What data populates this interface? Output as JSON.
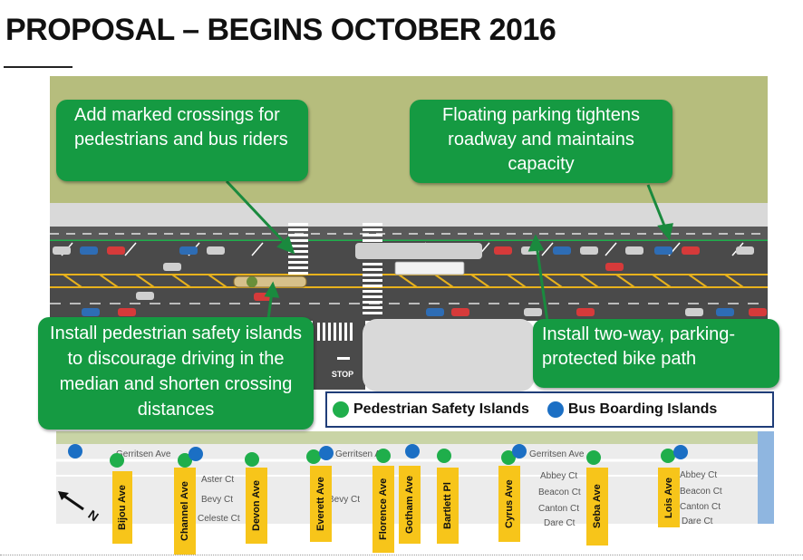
{
  "title": "PROPOSAL – BEGINS OCTOBER 2016",
  "callouts": {
    "crossings": "Add marked crossings for pedestrians and bus riders",
    "floating": "Floating parking tightens roadway and maintains capacity",
    "islands": "Install pedestrian safety islands to discourage driving in the median and shorten crossing distances",
    "bikepath": "Install two-way, parking-protected bike path"
  },
  "legend": {
    "ped_label": "Pedestrian Safety Islands",
    "bus_label": "Bus Boarding Islands",
    "ped_color": "#1fae4b",
    "bus_color": "#1b6fc4"
  },
  "road_marking": "STOP",
  "map": {
    "main_street": "Gerritsen Ave",
    "courts_west": [
      "Aster Ct",
      "Bevy Ct",
      "Celeste Ct"
    ],
    "courts_east_1": [
      "Abbey Ct",
      "Beacon Ct",
      "Canton Ct",
      "Dare Ct"
    ],
    "courts_east_2": [
      "Abbey Ct",
      "Beacon Ct",
      "Canton Ct",
      "Dare Ct"
    ],
    "bevy_repeat": "Bevy Ct",
    "north_label": "N",
    "streets": [
      "Bijou Ave",
      "Channel Ave",
      "Devon Ave",
      "Everett Ave",
      "Florence Ave",
      "Gotham Ave",
      "Bartlett Pl",
      "Cyrus Ave",
      "Seba Ave",
      "Lois Ave"
    ]
  }
}
